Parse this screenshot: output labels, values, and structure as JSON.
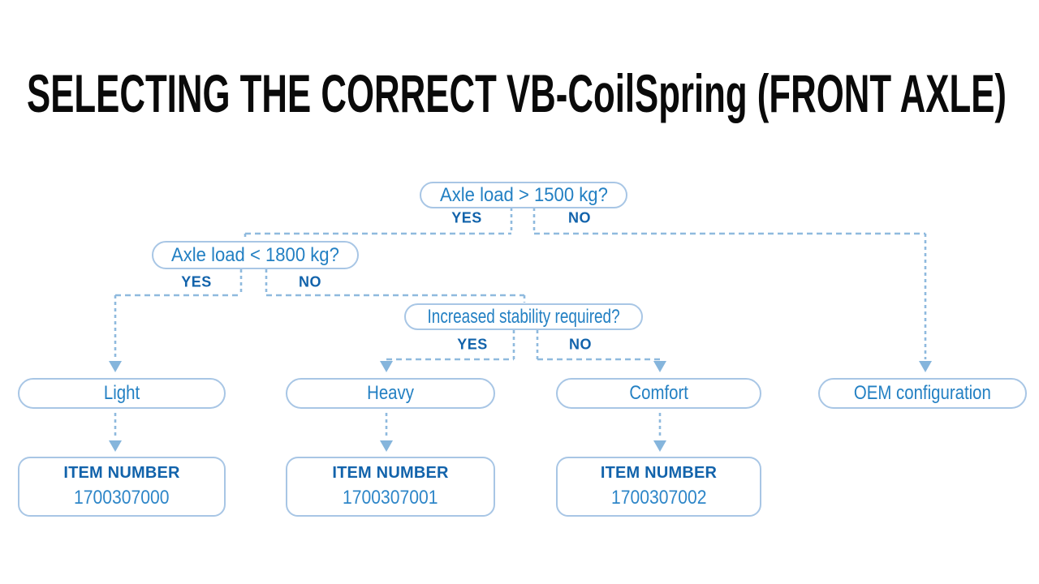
{
  "title": "SELECTING THE CORRECT VB-CoilSpring (FRONT AXLE)",
  "colors": {
    "title_text": "#0a0a0a",
    "box_border": "#a8c6e5",
    "box_text": "#2380c3",
    "label_text": "#1263ab",
    "line": "#8fbade",
    "arrow": "#85b5dc",
    "background": "#ffffff"
  },
  "flow": {
    "d1": {
      "question": "Axle load > 1500 kg?",
      "yes": "YES",
      "no": "NO"
    },
    "d2": {
      "question": "Axle load < 1800 kg?",
      "yes": "YES",
      "no": "NO"
    },
    "d3": {
      "question": "Increased stability required?",
      "yes": "YES",
      "no": "NO"
    },
    "results": {
      "light": "Light",
      "heavy": "Heavy",
      "comfort": "Comfort",
      "oem": "OEM configuration"
    },
    "items": {
      "light": {
        "heading": "ITEM NUMBER",
        "number": "1700307000"
      },
      "heavy": {
        "heading": "ITEM NUMBER",
        "number": "1700307001"
      },
      "comfort": {
        "heading": "ITEM NUMBER",
        "number": "1700307002"
      }
    }
  }
}
